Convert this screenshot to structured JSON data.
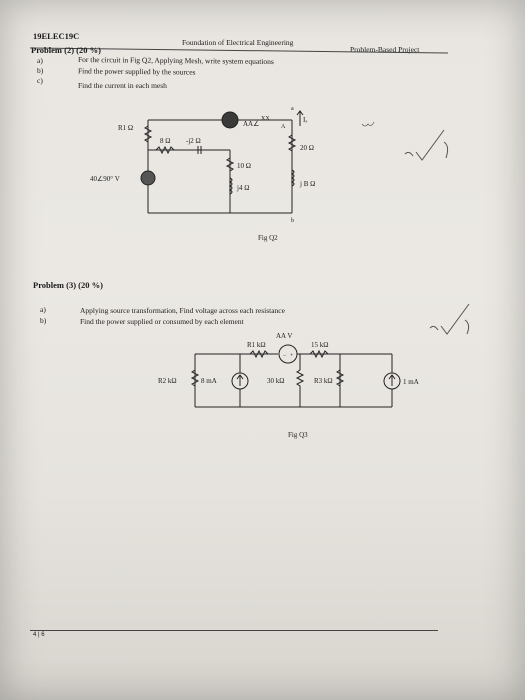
{
  "header": {
    "course_code": "19ELEC19C",
    "course_title": "Foundation of Electrical Engineering",
    "project_type": "Problem-Based Project"
  },
  "problem2": {
    "title": "Problem (2) (20 %)",
    "items": [
      {
        "label": "a)",
        "text": "For the circuit in Fig Q2, Applying Mesh, write system equations"
      },
      {
        "label": "b)",
        "text": "Find the power supplied by the sources"
      },
      {
        "label": "c)",
        "text": "Find the current in each mesh"
      }
    ],
    "figure": {
      "caption": "Fig Q2",
      "r1": "R1 Ω",
      "r8": "8 Ω",
      "xc2": "-j2 Ω",
      "dep_source": "AA∠",
      "dep_angle": "XX",
      "dep_unit": "A",
      "current_label": "Iₓ",
      "r20": "20 Ω",
      "r10": "10 Ω",
      "xl4": "j4 Ω",
      "jb": "j B  Ω",
      "vsource": "40∠90° V",
      "node_a": "a",
      "node_b": "b"
    }
  },
  "problem3": {
    "title": "Problem (3) (20 %)",
    "items": [
      {
        "label": "a)",
        "text": "Applying source transformation, Find voltage across each resistance"
      },
      {
        "label": "b)",
        "text": "Find the power supplied or consumed by each element"
      }
    ],
    "figure": {
      "caption": "Fig Q3",
      "vsource": "AA V",
      "r1": "R1 kΩ",
      "r15": "15 kΩ",
      "r2": "R2 kΩ",
      "i8": "8 mA",
      "r30": "30 kΩ",
      "r3": "R3 kΩ",
      "i1": "1 mA"
    }
  },
  "footer": {
    "page": "4 | 6"
  }
}
